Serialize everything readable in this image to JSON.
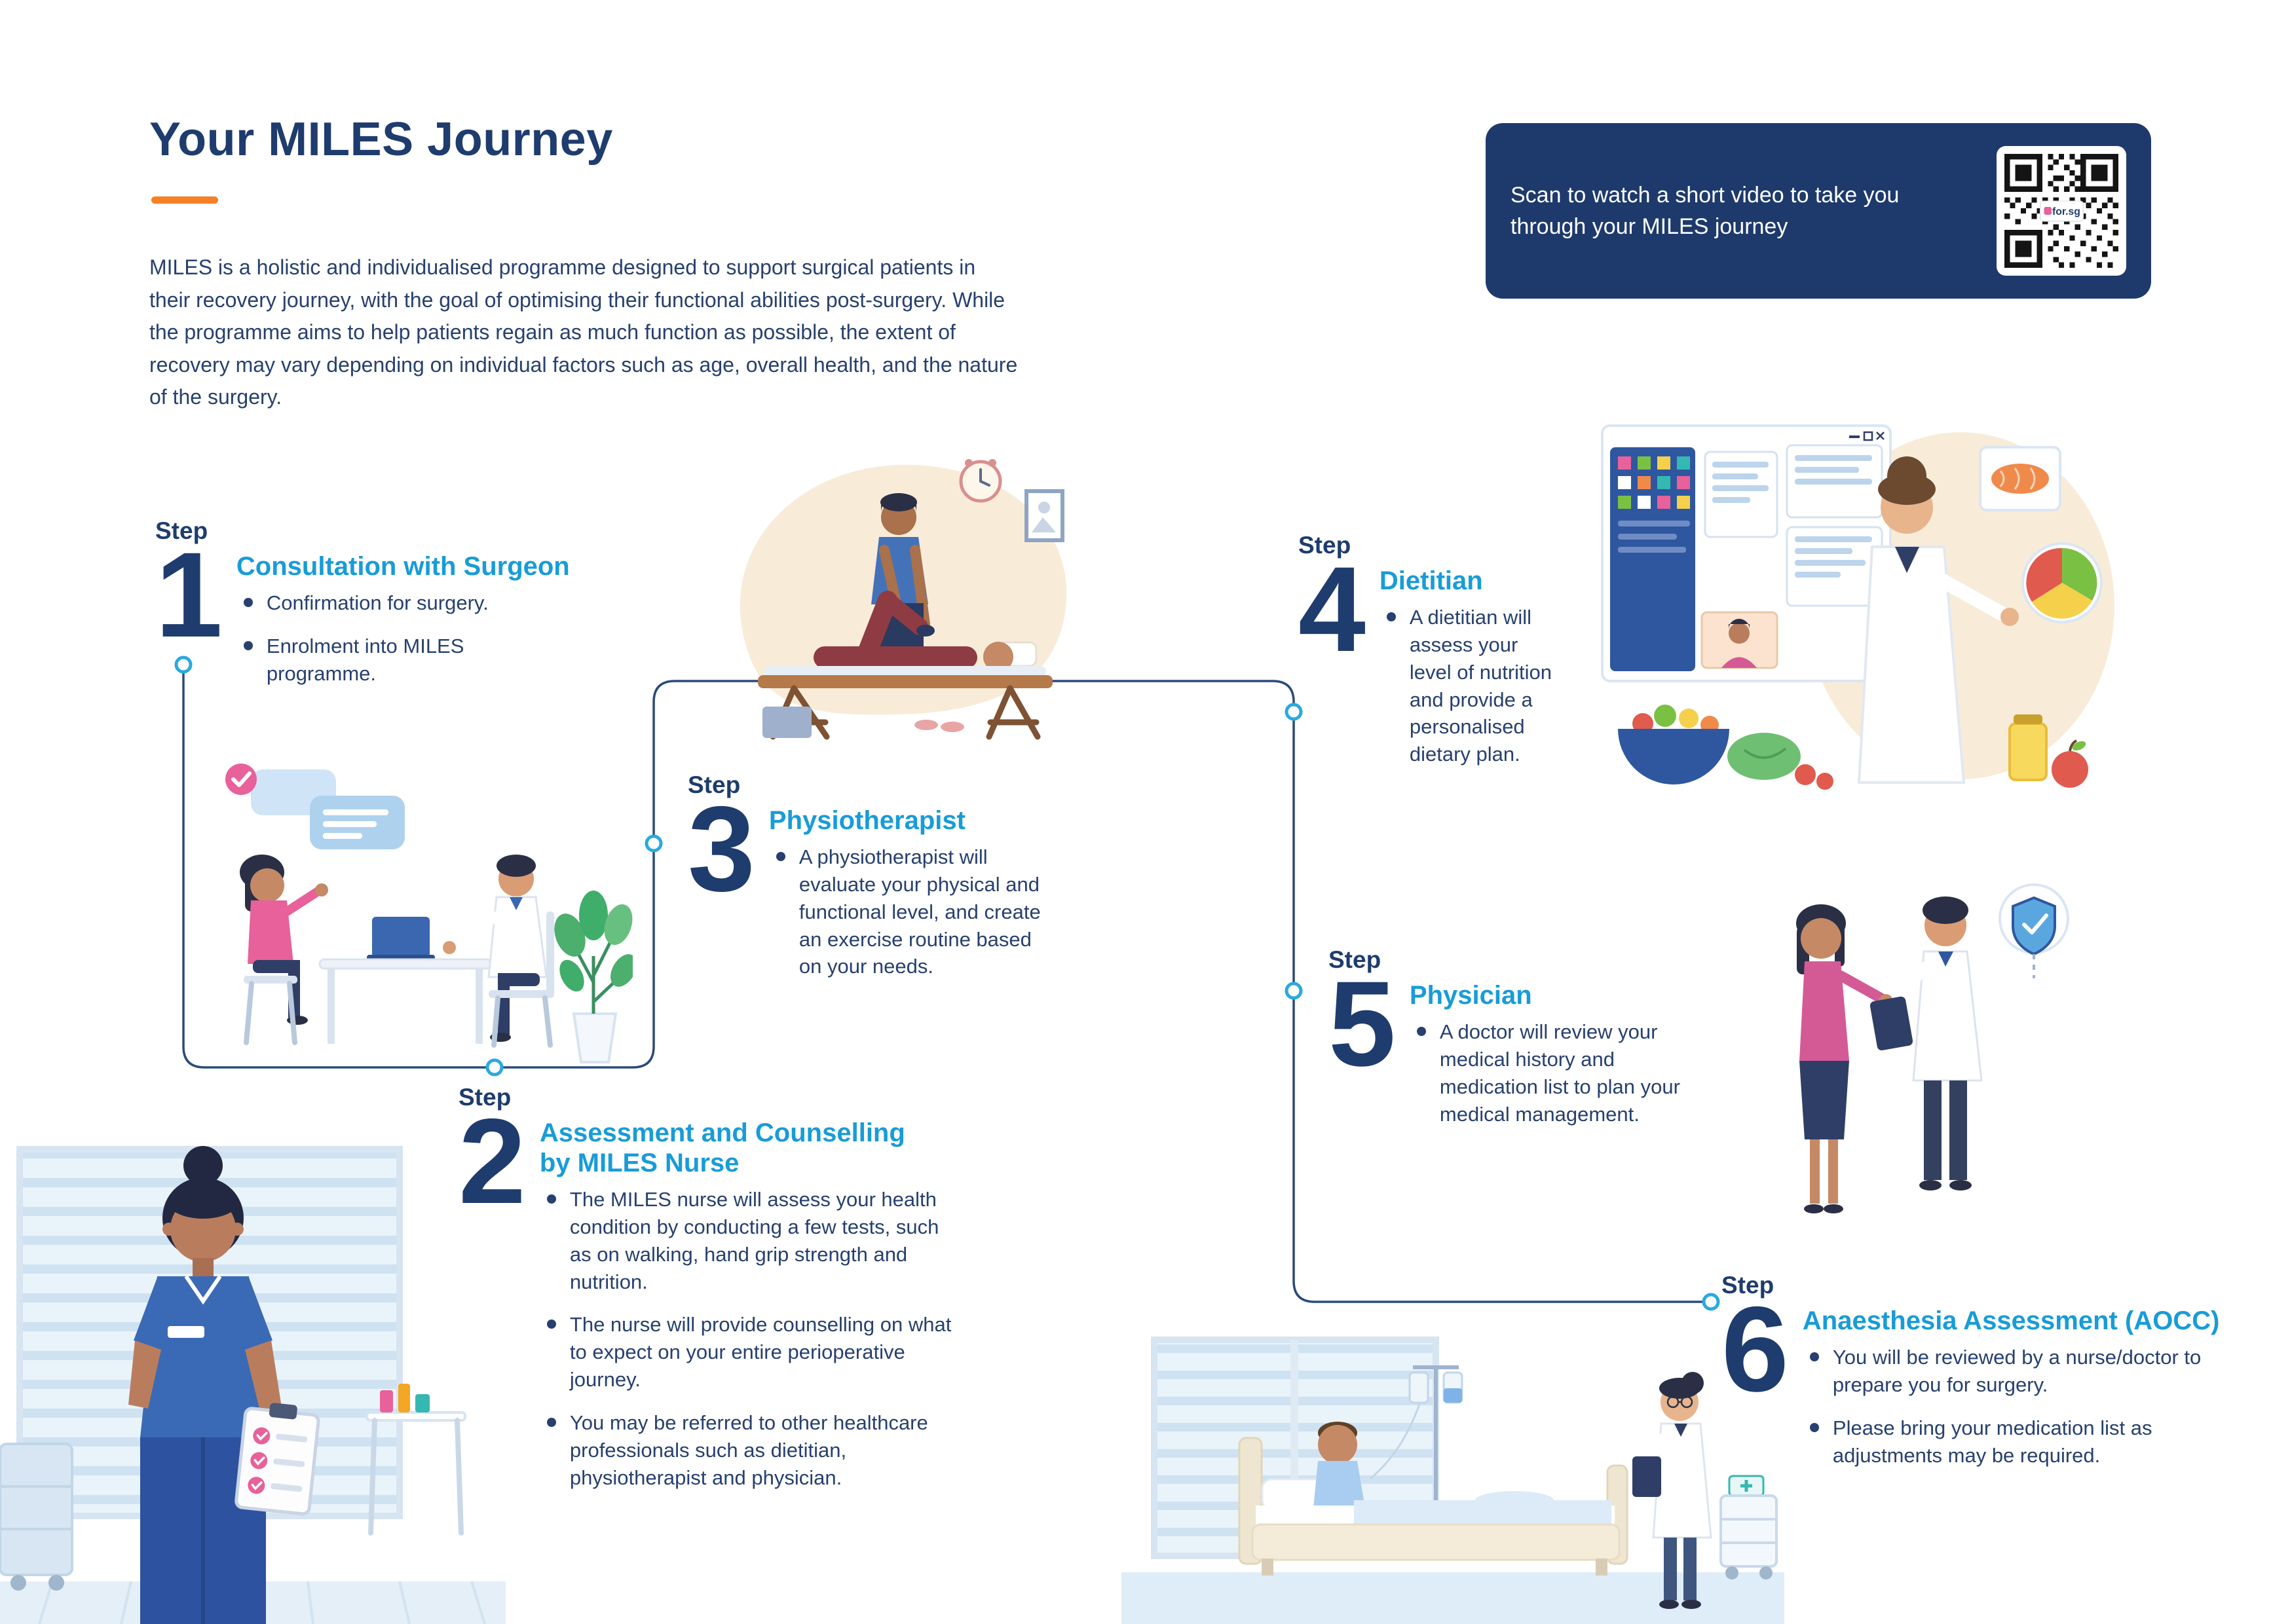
{
  "header": {
    "title": "Your MILES Journey",
    "intro": "MILES is a holistic and individualised programme designed to support surgical patients in their recovery journey, with the goal of optimising their functional abilities post-surgery. While the programme aims to help patients regain as much function as possible, the extent of recovery may vary depending on individual factors such as age, overall health, and the nature of the surgery."
  },
  "qr_banner": {
    "text": "Scan to watch a short video to take you through your MILES journey",
    "code_label": "for.sg"
  },
  "steps": [
    {
      "label": "Step",
      "number": "1",
      "title": "Consultation with Surgeon",
      "bullets": [
        "Confirmation for surgery.",
        "Enrolment into MILES programme."
      ]
    },
    {
      "label": "Step",
      "number": "2",
      "title": "Assessment and Counselling by MILES Nurse",
      "bullets": [
        "The MILES nurse will assess your health condition by conducting a few tests, such as on walking, hand grip strength and nutrition.",
        "The nurse will provide counselling on what to expect on your entire perioperative journey.",
        "You may be referred to other healthcare professionals such as dietitian, physiotherapist and physician."
      ]
    },
    {
      "label": "Step",
      "number": "3",
      "title": "Physiotherapist",
      "bullets": [
        "A physiotherapist will evaluate your physical and functional level, and create an exercise routine based on your needs."
      ]
    },
    {
      "label": "Step",
      "number": "4",
      "title": "Dietitian",
      "bullets": [
        "A dietitian will assess your level of nutrition and provide a personalised dietary plan."
      ]
    },
    {
      "label": "Step",
      "number": "5",
      "title": "Physician",
      "bullets": [
        "A doctor will review your medical history and medication list to plan your medical management."
      ]
    },
    {
      "label": "Step",
      "number": "6",
      "title": "Anaesthesia Assessment (AOCC)",
      "bullets": [
        "You will be reviewed by a nurse/doctor to prepare you for surgery.",
        "Please bring your medication list as adjustments may be required."
      ]
    }
  ],
  "illustrations": {
    "physiotherapy_session": "physiotherapy-session-illustration",
    "surgeon_consultation": "surgeon-consultation-illustration",
    "miles_nurse": "miles-nurse-illustration",
    "dietitian_telehealth": "dietitian-telehealth-illustration",
    "physician_review": "physician-review-illustration",
    "hospital_bed_assessment": "hospital-bed-assessment-illustration"
  },
  "colors": {
    "navy_text": "#1e3c6e",
    "body_text": "#27406f",
    "cyan_heading": "#189cd8",
    "orange_accent": "#f58025",
    "banner_navy": "#1e3a6c",
    "connector": "#2b4a7d",
    "node_ring": "#2aa9e0"
  }
}
